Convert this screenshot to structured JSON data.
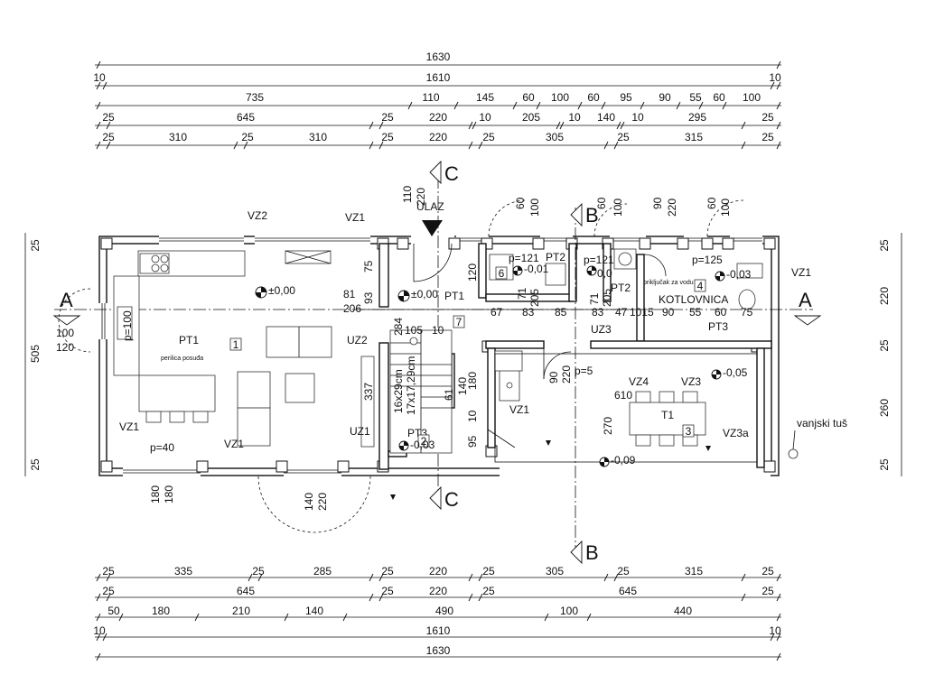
{
  "top_dimensions": {
    "row1": [
      "1630"
    ],
    "row2": [
      "10",
      "1610",
      "10"
    ],
    "row3": [
      "735",
      "110",
      "145",
      "60",
      "100",
      "60",
      "95",
      "90",
      "55",
      "60",
      "100"
    ],
    "row4": [
      "25",
      "645",
      "25",
      "220",
      "10",
      "205",
      "10",
      "140",
      "10",
      "295",
      "25"
    ],
    "row5": [
      "25",
      "310",
      "25",
      "310",
      "25",
      "220",
      "25",
      "305",
      "25",
      "315",
      "25"
    ]
  },
  "bottom_dimensions": {
    "row1": [
      "25",
      "335",
      "25",
      "285",
      "25",
      "220",
      "25",
      "305",
      "25",
      "315",
      "25"
    ],
    "row2": [
      "25",
      "645",
      "25",
      "220",
      "25",
      "645",
      "25"
    ],
    "row3": [
      "50",
      "180",
      "210",
      "140",
      "490",
      "100",
      "440"
    ],
    "row4": [
      "10",
      "1610",
      "10"
    ],
    "row5": [
      "1630"
    ]
  },
  "left_dimensions": [
    "25",
    "505",
    "25"
  ],
  "right_dimensions": [
    "25",
    "220",
    "25",
    "260",
    "25"
  ],
  "section_marks": {
    "a": "A",
    "b": "B",
    "c": "C"
  },
  "entrance": "ULAZ",
  "rooms": {
    "pt1_main": "PT1",
    "pt1_hall": "PT1",
    "pt2_a": "PT2",
    "pt2_b": "PT2",
    "pt3_a": "PT3",
    "pt3_b": "PT3",
    "kotlovnica": "KOTLOVNICA",
    "t1": "T1"
  },
  "room_numbers": [
    "1",
    "2",
    "3",
    "4",
    "6",
    "7"
  ],
  "labels": {
    "vz1": "VZ1",
    "vz2": "VZ2",
    "vz3": "VZ3",
    "vz3a": "VZ3a",
    "vz4": "VZ4",
    "uz1": "UZ1",
    "uz2": "UZ2",
    "uz3": "UZ3",
    "perilica": "perilica posuđa",
    "prikljucak": "priključak za vodu",
    "vanjski_tus": "vanjski tuš",
    "stairs1": "16x29cm",
    "stairs2": "17x17,29cm"
  },
  "levels": [
    "±0,00",
    "±0,00",
    "-0,01",
    "0,0",
    "-0,03",
    "-0,05",
    "-0,03",
    "-0,09"
  ],
  "parapets": [
    "p=121",
    "p=121",
    "p=125",
    "p=5",
    "p=40",
    "p=100"
  ],
  "inner_dims": {
    "d75": "75",
    "d81": "81",
    "d93": "93",
    "d206": "206",
    "d105": "105",
    "d10": "10",
    "d120": "120",
    "d67": "67",
    "d83a": "83",
    "d85": "85",
    "d83b": "83",
    "d47": "47",
    "d1015": "1015",
    "d90": "90",
    "d55": "55",
    "d60": "60",
    "d75b": "75",
    "d71a": "71",
    "d205a": "205",
    "d71b": "71",
    "d205b": "205",
    "d337": "337",
    "d284": "284",
    "d61": "61",
    "d140": "140",
    "d180": "180",
    "d10b": "10",
    "d95": "95",
    "d270": "270",
    "d610": "610",
    "d100l": "100",
    "d120l": "120",
    "d90w": "90",
    "d220w": "220"
  },
  "opening_dims": {
    "ulaz_a": "110",
    "ulaz_b": "220",
    "w1a": "60",
    "w1b": "100",
    "w2a": "60",
    "w2b": "100",
    "w3a": "90",
    "w3b": "220",
    "w4a": "60",
    "w4b": "100",
    "s1a": "180",
    "s1b": "180",
    "s2a": "140",
    "s2b": "220"
  }
}
